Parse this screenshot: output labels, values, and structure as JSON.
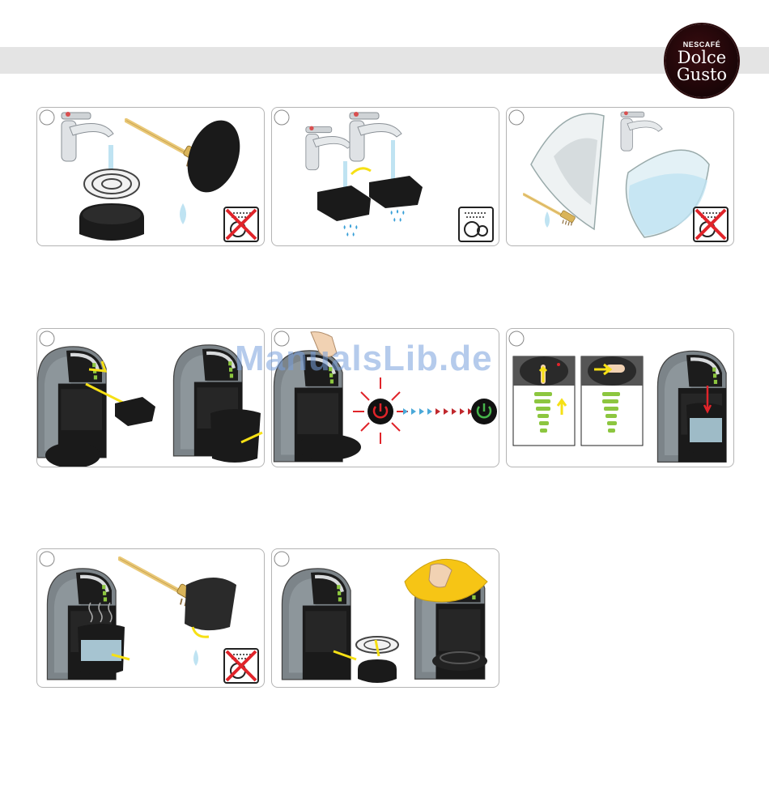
{
  "logo": {
    "brand": "NESCAFÉ",
    "line1": "Dolce",
    "line2": "Gusto"
  },
  "watermark": "ManualsLib.de",
  "colors": {
    "header_band": "#e4e4e4",
    "arrow_yellow": "#f6e015",
    "power_red": "#e0242a",
    "power_green": "#46b44a",
    "water_blue": "#bfe3f2",
    "indicator_green": "#8cc63f"
  },
  "panels": [
    {
      "id": "rinse-drip-tray",
      "icons": [
        "faucet-icon",
        "brush-icon",
        "no-dishwasher-icon"
      ]
    },
    {
      "id": "rinse-capsule-holder",
      "icons": [
        "faucet-icon",
        "dishwasher-icon"
      ]
    },
    {
      "id": "rinse-water-tank",
      "icons": [
        "faucet-icon",
        "brush-icon",
        "no-dishwasher-icon"
      ]
    },
    {
      "id": "insert-capsule-holder",
      "icons": [
        "arrow-icon"
      ]
    },
    {
      "id": "power-on",
      "icons": [
        "hand-icon",
        "power-red-icon",
        "power-green-icon"
      ]
    },
    {
      "id": "descale-lever",
      "icons": [
        "lever-icon",
        "level-indicator-icon"
      ]
    },
    {
      "id": "empty-container",
      "icons": [
        "brush-icon",
        "no-dishwasher-icon"
      ]
    },
    {
      "id": "wipe-machine",
      "icons": [
        "cloth-icon",
        "drip-tray-icon"
      ]
    }
  ]
}
